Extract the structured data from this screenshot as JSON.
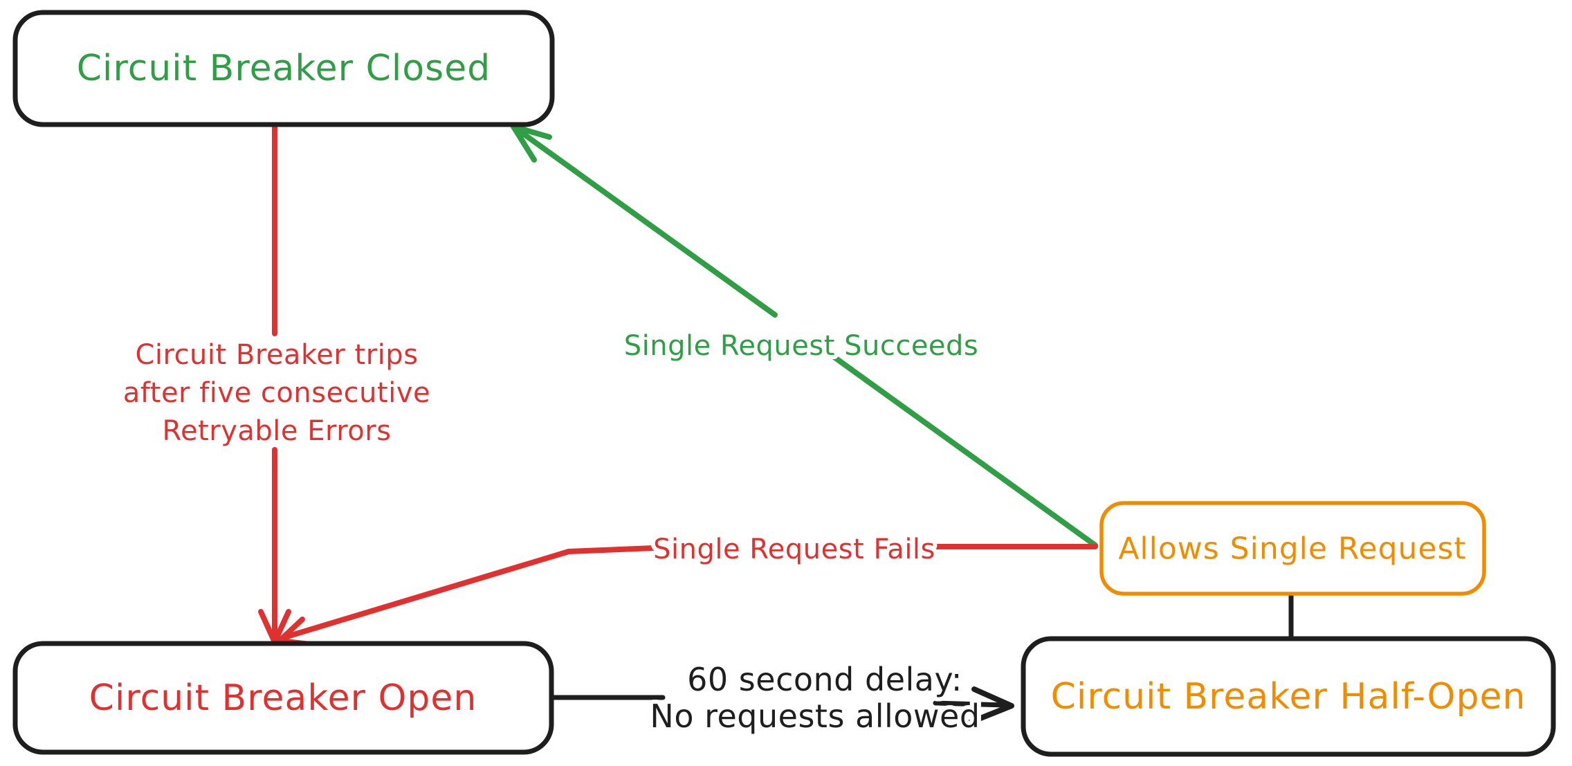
{
  "diagram": {
    "colors": {
      "green": "#2f9e44",
      "red": "#e03131",
      "orange": "#f08c00",
      "black": "#1e1e1e",
      "background": "#ffffff"
    },
    "nodes": {
      "closed": {
        "label": "Circuit Breaker Closed",
        "text_color": "#2f9e44",
        "border_color": "#1e1e1e"
      },
      "open": {
        "label": "Circuit Breaker Open",
        "text_color": "#e03131",
        "border_color": "#1e1e1e"
      },
      "half_open": {
        "label": "Circuit Breaker Half-Open",
        "text_color": "#f08c00",
        "border_color": "#1e1e1e"
      },
      "allows": {
        "label": "Allows Single Request",
        "text_color": "#f08c00",
        "border_color": "#f08c00"
      }
    },
    "edges": {
      "trip": {
        "from": "closed",
        "to": "open",
        "color": "#e03131",
        "label_lines": [
          "Circuit Breaker trips",
          "after five consecutive",
          "Retryable Errors"
        ]
      },
      "succeeds": {
        "from": "allows",
        "to": "closed",
        "color": "#2f9e44",
        "label": "Single Request Succeeds"
      },
      "fails": {
        "from": "allows",
        "to": "open",
        "color": "#e03131",
        "label": "Single Request Fails"
      },
      "delay": {
        "from": "open",
        "to": "half_open",
        "color": "#1e1e1e",
        "label_lines": [
          "60 second delay:",
          "No requests allowed"
        ]
      },
      "link": {
        "from": "half_open",
        "to": "allows",
        "color": "#1e1e1e"
      }
    }
  }
}
